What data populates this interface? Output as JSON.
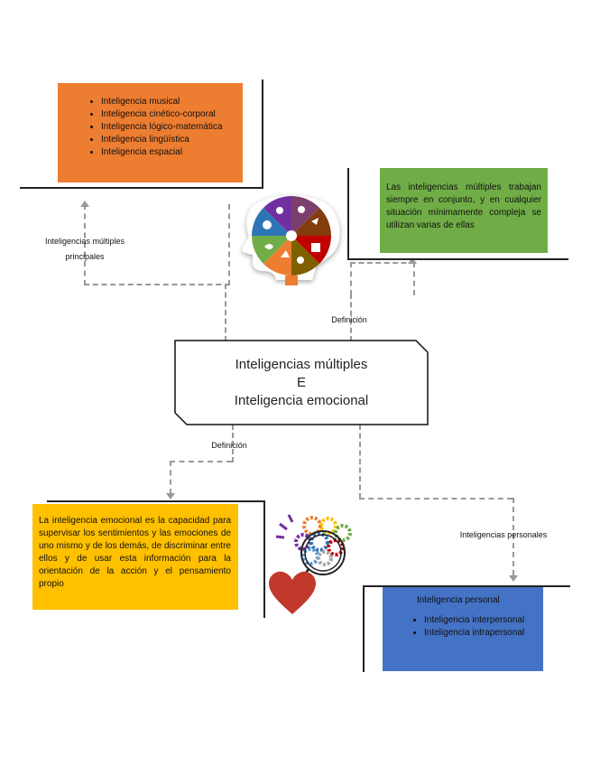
{
  "central": {
    "line1": "Inteligencias múltiples",
    "line2": "E",
    "line3": "Inteligencia emocional"
  },
  "box_principales": {
    "items": [
      "Inteligencia musical",
      "Inteligencia cinético-corporal",
      "Inteligencia lógico-matemática",
      "Inteligencia lingüística",
      "Inteligencia espacial"
    ],
    "color": "#ED7D31"
  },
  "box_definicion_multiples": {
    "text": "Las inteligencias múltiples trabajan siempre en conjunto, y en cualquier situación mínimamente compleja se utilizan varias de ellas",
    "color": "#70AD47"
  },
  "box_definicion_emocional": {
    "text": "La inteligencia emocional es la capacidad para supervisar los sentimientos y las emociones de uno mismo y de los demás, de discriminar entre ellos y de usar esta información para la orientación de la acción y el pensamiento propio",
    "color": "#FFC000"
  },
  "box_personales": {
    "title": "Inteligencia personal",
    "items": [
      "Inteligencia interpersonal",
      "Inteligencia intrapersonal"
    ],
    "color": "#4472C4"
  },
  "labels": {
    "principales_line1": "Inteligencias múltiples",
    "principales_line2": "principales",
    "definicion_top": "Definición",
    "definicion_bottom": "Definición",
    "personales": "Inteligencias personales"
  },
  "icons": {
    "head": "brain-head-icon",
    "heart_gears": "heart-gears-icon"
  }
}
